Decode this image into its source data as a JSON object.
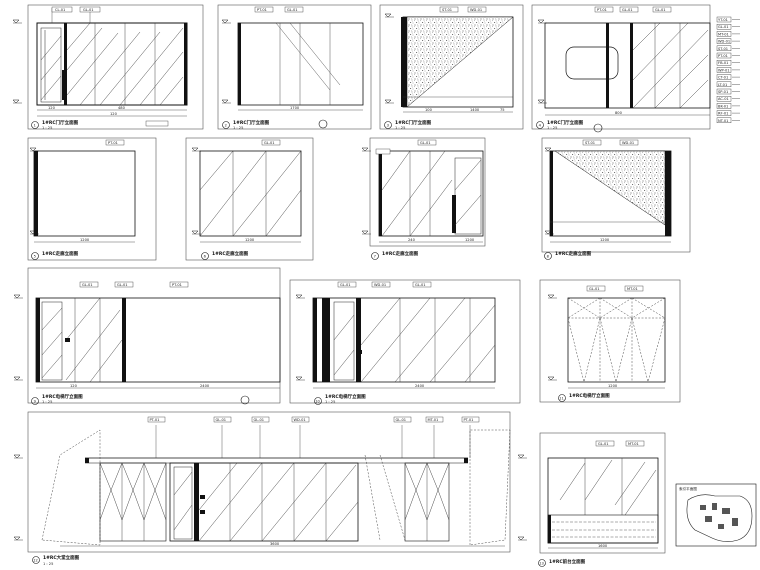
{
  "sheet": {
    "scale_label": "1 : 25",
    "legend_items": [
      "YT-01",
      "GL-01",
      "MT-01",
      "WD-01",
      "ST-01",
      "PT-01",
      "FB-01",
      "WP-01",
      "CT-01",
      "LT-01",
      "SP-01",
      "AC-01",
      "BK-01",
      "RF-01",
      "NT-01"
    ]
  },
  "elevations": [
    {
      "num": "1",
      "title": "1#RC门厅立面图",
      "tags": [
        "CL-01",
        "GL-01"
      ],
      "dims": [
        "120",
        "480",
        "120"
      ]
    },
    {
      "num": "2",
      "title": "1#RC门厅立面图",
      "tags": [
        "PT-01",
        "GL-01"
      ],
      "dims": [
        "1700"
      ]
    },
    {
      "num": "3",
      "title": "1#RC门厅立面图",
      "tags": [
        "ST-01",
        "WD-01"
      ],
      "dims": [
        "100",
        "1400",
        "75"
      ]
    },
    {
      "num": "4",
      "title": "1#RC门厅立面图",
      "tags": [
        "PT-01",
        "GL-01",
        "GL-01"
      ],
      "dims": [
        "800"
      ]
    },
    {
      "num": "5",
      "title": "1#RC走廊立面图",
      "tags": [
        "PT-01"
      ],
      "dims": [
        "1200"
      ]
    },
    {
      "num": "6",
      "title": "1#RC走廊立面图",
      "tags": [
        "GL-01"
      ],
      "dims": [
        "1200"
      ]
    },
    {
      "num": "7",
      "title": "1#RC走廊立面图",
      "tags": [
        "GL-01"
      ],
      "dims": [
        "240",
        "1200"
      ]
    },
    {
      "num": "8",
      "title": "1#RC走廊立面图",
      "tags": [
        "ST-01",
        "WD-01"
      ],
      "dims": [
        "1200"
      ]
    },
    {
      "num": "9",
      "title": "1#RC电梯厅立面图",
      "tags": [
        "GL-01",
        "GL-01",
        "PT-01"
      ],
      "dims": [
        "120",
        "2400"
      ]
    },
    {
      "num": "10",
      "title": "1#RC电梯厅立面图",
      "tags": [
        "GL-01",
        "WD-01",
        "GL-01"
      ],
      "dims": [
        "2400"
      ]
    },
    {
      "num": "11",
      "title": "1#RC电梯厅立面图",
      "tags": [
        "GL-01",
        "MT-01"
      ],
      "dims": [
        "1200"
      ]
    },
    {
      "num": "12",
      "title": "1#RC大堂立面图",
      "tags": [
        "PT-01",
        "GL-01",
        "GL-01",
        "WD-01",
        "GL-01",
        "MT-01",
        "PT-01"
      ],
      "dims": [
        "3600"
      ]
    },
    {
      "num": "13",
      "title": "1#RC前台立面图",
      "tags": [
        "GL-01",
        "MT-01"
      ],
      "dims": [
        "1600"
      ]
    }
  ],
  "keyplan": {
    "label": "索引平面图"
  }
}
